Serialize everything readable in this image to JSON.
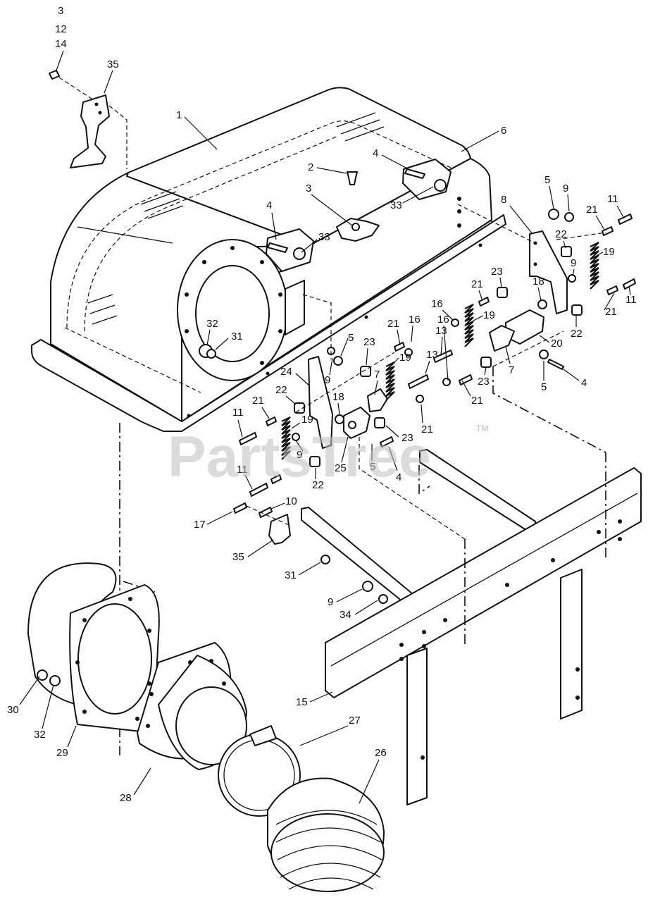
{
  "watermark": {
    "text": "PartsTree",
    "trademark": "TM"
  },
  "callouts": [
    "3",
    "12",
    "14",
    "35",
    "1",
    "2",
    "3",
    "4",
    "6",
    "33",
    "4",
    "33",
    "5",
    "9",
    "8",
    "21",
    "11",
    "22",
    "19",
    "9",
    "23",
    "21",
    "18",
    "16",
    "19",
    "21",
    "11",
    "22",
    "20",
    "7",
    "4",
    "5",
    "23",
    "21",
    "16",
    "13",
    "21",
    "23",
    "16",
    "19",
    "5",
    "9",
    "24",
    "7",
    "13",
    "32",
    "31",
    "22",
    "21",
    "18",
    "11",
    "19",
    "9",
    "25",
    "5",
    "4",
    "23",
    "21",
    "11",
    "22",
    "17",
    "10",
    "35",
    "31",
    "9",
    "34",
    "15",
    "27",
    "26",
    "30",
    "32",
    "29",
    "28"
  ]
}
